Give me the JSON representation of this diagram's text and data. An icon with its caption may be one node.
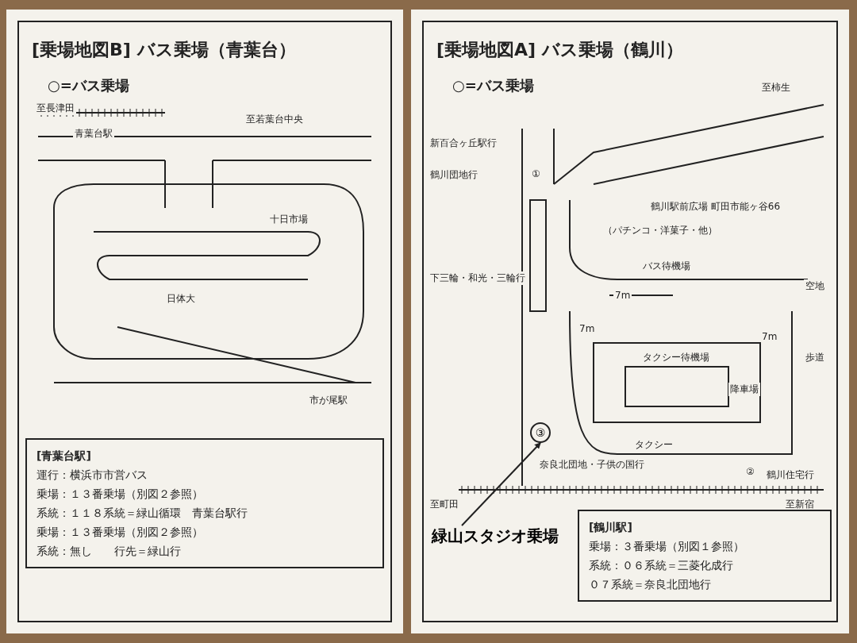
{
  "diagram": {
    "nodes": [
      {
        "text": [
          "[青葉台駅]",
          "運行：横浜市市営バス",
          "乗場：１３番乗場（別図２参照）",
          "系統：１１８系統＝緑山循環　青葉台駅行",
          "乗場：１３番乗場（別図２参照）",
          "系統：無し　　行先＝緑山行"
        ]
      },
      {
        "text": [
          "[鶴川駅]",
          "乗場：３番乗場（別図１参照）",
          "系統：０６系統＝三菱化成行",
          "０７系統＝奈良北団地行"
        ]
      },
      {
        "text": [
          "緑山スタジオ乗場"
        ]
      },
      {
        "text": [
          "③"
        ]
      }
    ],
    "edges": [
      {
        "from": 2,
        "to": 3,
        "arrow": "to"
      }
    ],
    "labels": [
      "[乗場地図B] バス乗場（青葉台）",
      "○=バス乗場",
      "至長津田",
      "青葉台駅",
      "至若葉台中央",
      "日体大",
      "十日市場",
      "市が尾駅",
      "[乗場地図A] バス乗場（鶴川）",
      "○=バス乗場",
      "至柿生",
      "鶴川駅前広場 町田市能ヶ谷66",
      "（パチンコ・洋菓子・他）",
      "新百合ヶ丘駅行",
      "鶴川団地行",
      "①",
      "下三輪・和光・三輪行",
      "奈良北団地・子供の国行",
      "バス待機場",
      "タクシー待機場",
      "降車場",
      "空地",
      "歩道",
      "タクシー",
      "②",
      "鶴川住宅行",
      "7m",
      "7m",
      "7m",
      "至町田",
      "至新宿"
    ]
  }
}
